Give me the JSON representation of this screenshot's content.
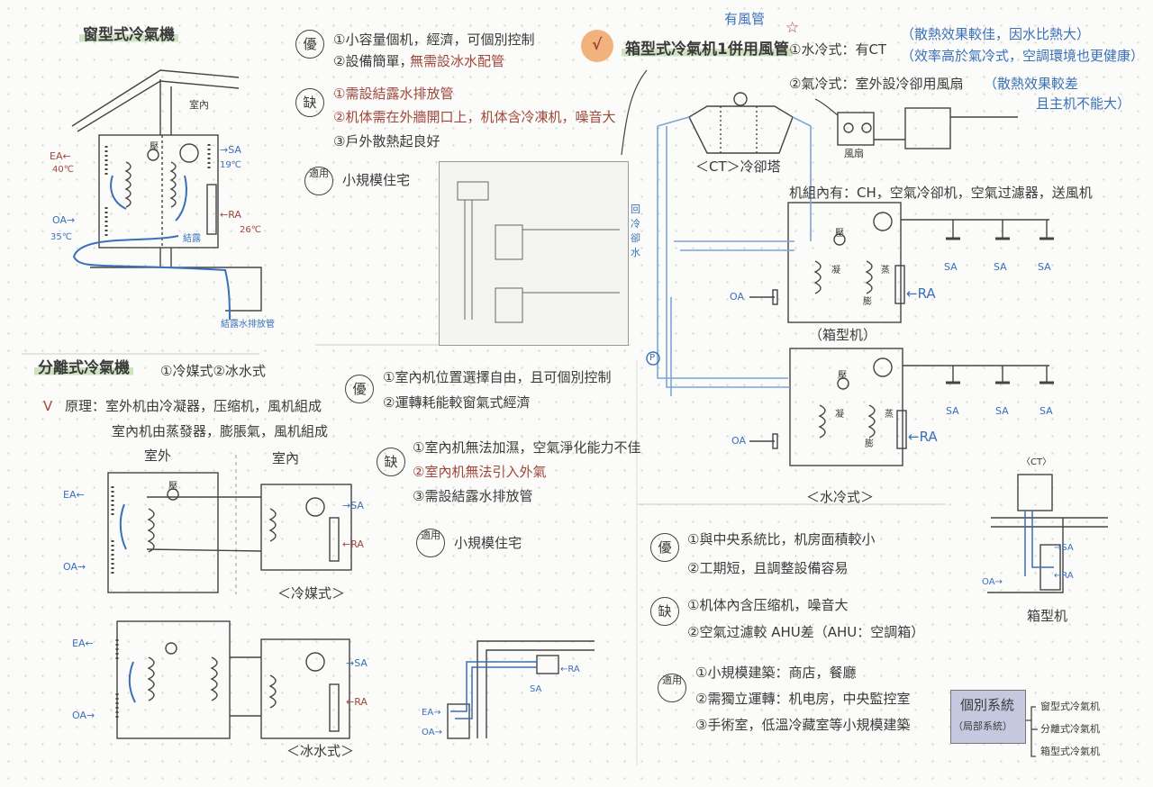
{
  "window_unit": {
    "title": "窗型式冷氣機",
    "room_label": "室內",
    "ea": "EA←",
    "ea_temp": "40℃",
    "oa": "OA→",
    "oa_temp": "35℃",
    "sa": "→SA",
    "sa_temp": "19℃",
    "ra": "←RA",
    "ra_temp": "26℃",
    "drip_label": "結露",
    "drain_label": "結露水排放管",
    "comp_label": "壓",
    "adv_mark": "優",
    "adv": [
      "①小容量個机，經濟，可個別控制",
      "②設備簡單，",
      "無需設冰水配管"
    ],
    "dis_mark": "缺",
    "dis": [
      "①需設結露水排放管",
      "②机体需在外牆開口上，机体含冷凍机，噪音大",
      "③戶外散熱起良好"
    ],
    "fit_mark": "適用",
    "fit": "小規模住宅"
  },
  "split_unit": {
    "title": "分離式冷氣機",
    "types": "①冷媒式②冰水式",
    "check": "V",
    "principle_1": "原理：室外机由冷凝器，压缩机，風机組成",
    "principle_2": "室內机由蒸發器，膨脹氣，風机組成",
    "outdoor": "室外",
    "indoor": "室內",
    "ea": "EA←",
    "oa": "OA→",
    "sa": "→SA",
    "ra": "←RA",
    "comp_label": "壓",
    "caption_refrigerant": "＜冷媒式＞",
    "caption_chilled": "＜冰水式＞",
    "adv_mark": "優",
    "adv": [
      "①室內机位置選擇自由，且可個別控制",
      "②運轉耗能較窗氣式經濟"
    ],
    "dis_mark": "缺",
    "dis": [
      "①室內机無法加濕，空氣淨化能力不佳",
      "②室內机無法引入外氣",
      "③需設結露水排放管"
    ],
    "fit_mark": "適用",
    "fit": "小規模住宅",
    "wall_ea": "EA→",
    "wall_oa": "OA→",
    "wall_ra": "←RA",
    "wall_sa": "SA"
  },
  "package_unit": {
    "check": "√",
    "title": "箱型式冷氣机1併用風管",
    "note_duct": "有風管",
    "water_cooled": "①水冷式：有CT",
    "water_note": "（散熱效果較佳，因水比熱大）",
    "water_note_2": "（效率高於氣冷式，空調環境也更健康）",
    "air_cooled": "②氣冷式：室外設冷卻用風扇",
    "air_note": "（散熱效果較差",
    "air_note_2": "且主机不能大）",
    "fan_label": "風扇",
    "ct_label": "＜CT＞冷卻塔",
    "return_water": "回冷卻水",
    "pump": "P",
    "unit_contents": "机組內有：CH，空氣冷卻机，空氣过濾器，送風机",
    "sa": "SA",
    "oa": "OA",
    "ra": "←RA",
    "unit_caption": "（箱型机）",
    "water_caption": "＜水冷式＞",
    "comp_label": "壓",
    "cond_label": "凝",
    "evap_label": "蒸",
    "exp_label": "膨",
    "adv_mark": "優",
    "adv": [
      "①與中央系統比，机房面積較小",
      "②工期短，且調整設備容易"
    ],
    "dis_mark": "缺",
    "dis": [
      "①机体內含压缩机，噪音大",
      "②空氣过濾較 AHU差（AHU：空調箱）"
    ],
    "fit_mark": "適用",
    "fit": [
      "①小規模建築：商店，餐廳",
      "②需獨立運轉：机电房，中央監控室",
      "③手術室，低溫冷藏室等小規模建築"
    ],
    "ct_small": "〈CT〉",
    "side_sa": "→SA",
    "side_ra": "←RA",
    "side_oa": "OA→",
    "side_caption": "箱型机"
  },
  "summary": {
    "box_line1": "個別系統",
    "box_line2": "（局部系統）",
    "items": [
      "窗型式冷氣机",
      "分離式冷氣机",
      "箱型式冷氣机"
    ]
  },
  "colors": {
    "ink": "#3a3a3a",
    "blue": "#3a70b8",
    "red": "#a0473c",
    "highlight": "#cfe3c2",
    "orange": "#f2b27c",
    "system_box": "#c5c9e0"
  }
}
